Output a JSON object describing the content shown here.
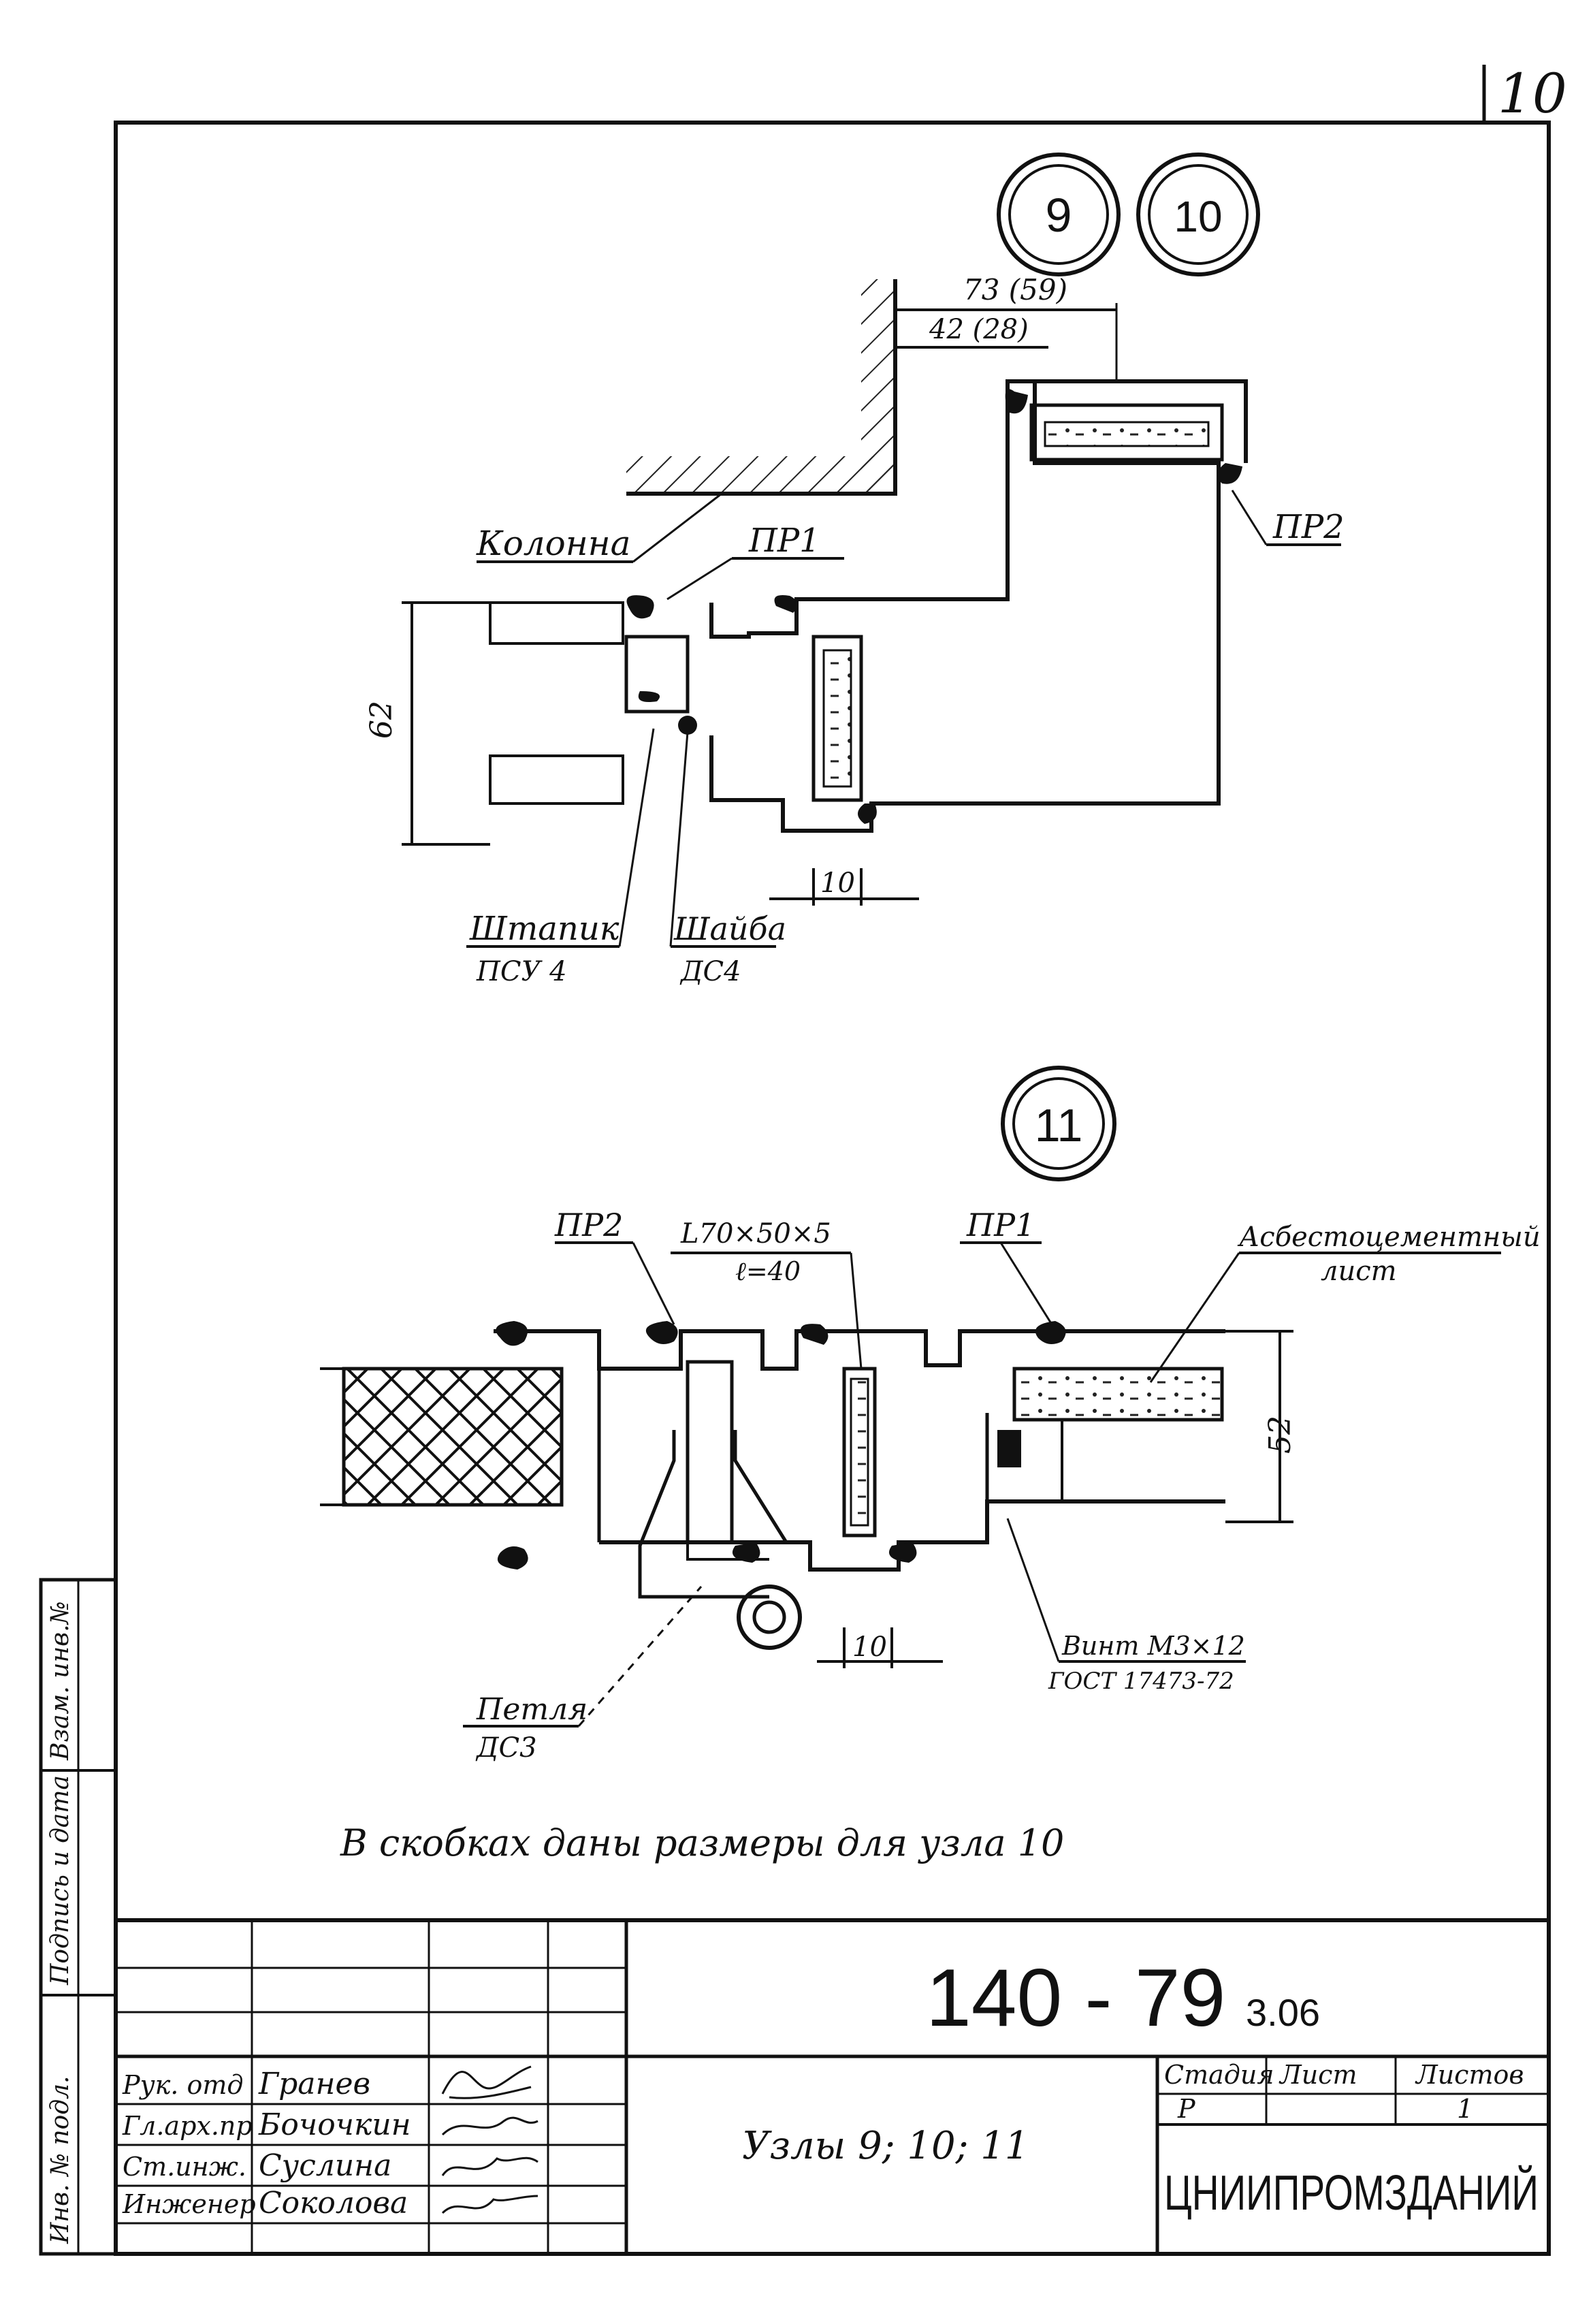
{
  "sheet": {
    "page_number": "10",
    "designation": "140 - 79",
    "issue": "3.06",
    "title": "Узлы 9; 10; 11",
    "organization": "ЦНИИПРОМЗДАНИЙ",
    "note": "В скобках даны размеры для узла 10"
  },
  "node_markers": {
    "node9": "9",
    "node10": "10",
    "node11": "11"
  },
  "upper_detail": {
    "dim_total": "73 (59)",
    "dim_inner": "42 (28)",
    "dim_height": "62",
    "dim_gap": "10",
    "label_column": "Колонна",
    "label_pr1": "ПР1",
    "label_pr2": "ПР2",
    "label_bead": "Штапик",
    "label_bead_code": "ПСУ 4",
    "label_washer": "Шайба",
    "label_washer_code": "ДС4"
  },
  "lower_detail": {
    "label_pr2": "ПР2",
    "label_pr1": "ПР1",
    "label_angle": "L70×50×5",
    "label_angle_len": "ℓ=40",
    "label_sheet": "Асбестоцементный",
    "label_sheet_2": "лист",
    "dim_height": "52",
    "dim_gap": "10",
    "label_loop": "Петля",
    "label_loop_code": "ДС3",
    "label_screw": "Винт М3×12",
    "label_screw_std": "ГОСТ 17473-72"
  },
  "left_margin": {
    "inv_orig": "Инв. № подл.",
    "sign_date": "Подпись и дата",
    "replace_inv": "Взам. инв.№"
  },
  "title_block": {
    "roles": [
      "Рук. отд",
      "Гл.арх.пр",
      "Ст.инж.",
      "Инженер"
    ],
    "names": [
      "Гранев",
      "Бочочкин",
      "Суслина",
      "Соколова"
    ],
    "stage_header": "Стадия",
    "sheet_header": "Лист",
    "sheets_header": "Листов",
    "stage_value": "Р",
    "sheets_value": "1"
  }
}
